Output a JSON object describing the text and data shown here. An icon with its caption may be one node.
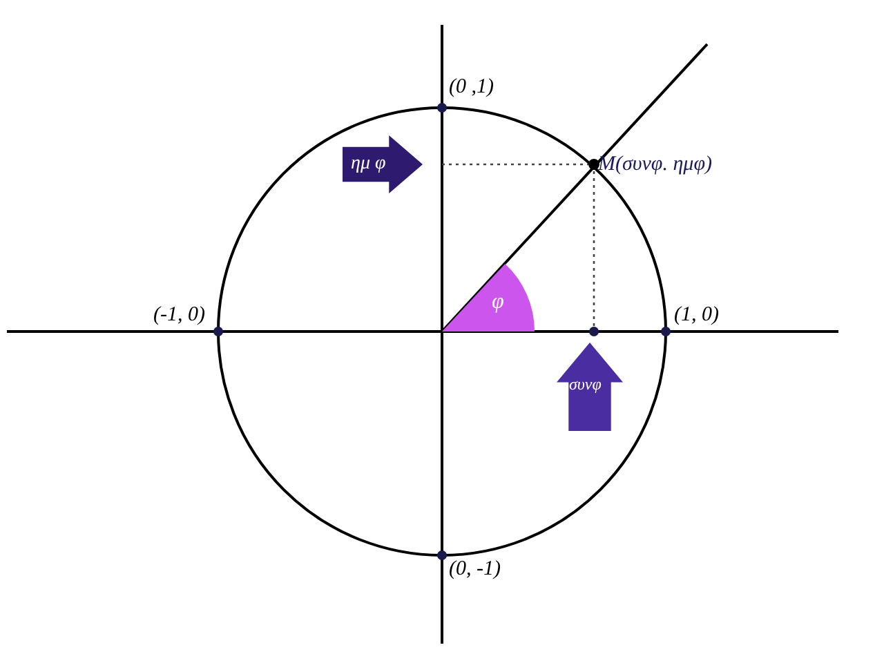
{
  "diagram": {
    "nodes": [
      {
        "text": [
          "ημ φ"
        ]
      },
      {
        "text": [
          "συνφ"
        ]
      },
      {
        "text": [
          "φ"
        ]
      }
    ],
    "labels": [
      "(0 ,1)",
      "M(συνφ. ημφ)",
      "(-1, 0)",
      "(1, 0)",
      "(0, -1)"
    ]
  }
}
